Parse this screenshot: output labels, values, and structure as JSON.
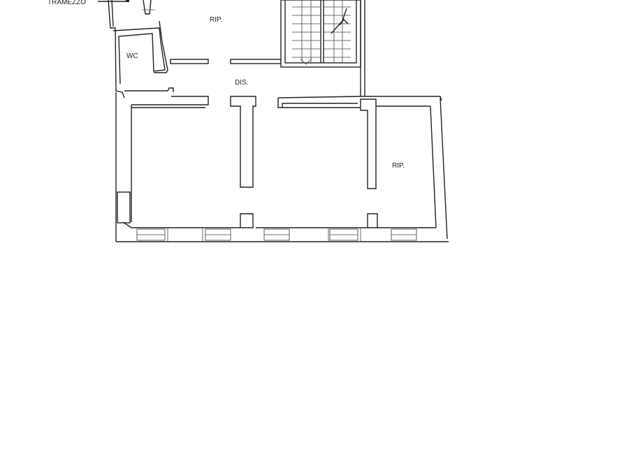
{
  "plan": {
    "rooms": [
      {
        "key": "rip_top",
        "label": "RIP."
      },
      {
        "key": "wc",
        "label": "WC"
      },
      {
        "key": "dis",
        "label": "DIS."
      },
      {
        "key": "rip_right",
        "label": "RIP."
      }
    ],
    "annotations": {
      "top_left": "TRAMEZZO"
    },
    "colors": {
      "line": "#222222",
      "background": "#ffffff"
    }
  }
}
